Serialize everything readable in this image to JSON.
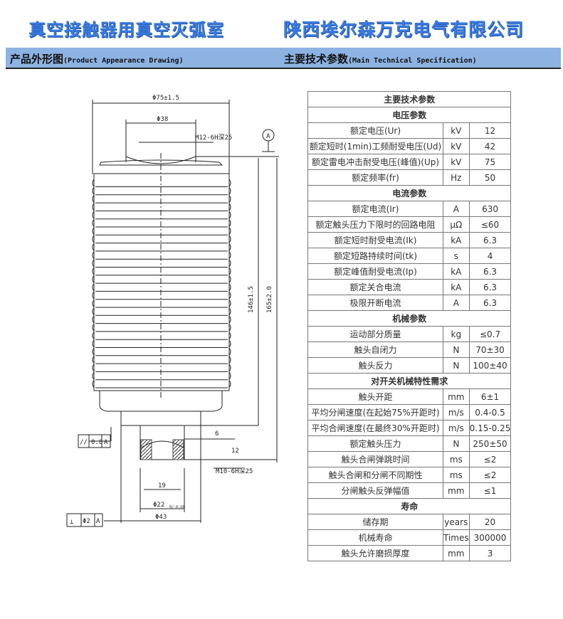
{
  "header": {
    "title": "真空接触器用真空灭弧室",
    "company": "陕西埃尔森万克电气有限公司"
  },
  "band": {
    "left_title": "产品外形图",
    "left_sub": "(Product Appearance Drawing)",
    "right_title": "主要技术参数",
    "right_sub": "(Main Technical Specification)"
  },
  "drawing": {
    "d_outer": "Φ75±1.5",
    "d_top": "Φ38",
    "thread_top": "M12-6H深25",
    "datum": "A",
    "h1": "146±1.5",
    "h2": "165±2.0",
    "parallel_tol": "0.8",
    "parallel_ref": "A",
    "dim6": "6",
    "dim12": "12",
    "thread_bottom": "M10-6H深25",
    "dim19": "19",
    "d22": "Φ22",
    "d22_tol": "0/-0.10",
    "d43": "Φ43",
    "perp_tol": "Φ2",
    "perp_ref": "A"
  },
  "spec": {
    "title": "主要技术参数",
    "rows": [
      {
        "h": "电压参数"
      },
      {
        "n": "额定电压(Ur)",
        "u": "kV",
        "v": "12"
      },
      {
        "n": "额定短时(1min)工频耐受电压(Ud)",
        "u": "kV",
        "v": "42"
      },
      {
        "n": "额定雷电冲击耐受电压(峰值)(Up)",
        "u": "kV",
        "v": "75"
      },
      {
        "n": "额定频率(fr)",
        "u": "Hz",
        "v": "50"
      },
      {
        "h": "电流参数"
      },
      {
        "n": "额定电流(Ir)",
        "u": "A",
        "v": "630"
      },
      {
        "n": "额定触头压力下限时的回路电阻",
        "u": "μΩ",
        "v": "≤60"
      },
      {
        "n": "额定短时耐受电流(Ik)",
        "u": "kA",
        "v": "6.3"
      },
      {
        "n": "额定短路持续时间(tk)",
        "u": "s",
        "v": "4"
      },
      {
        "n": "额定峰值耐受电流(Ip)",
        "u": "kA",
        "v": "6.3"
      },
      {
        "n": "额定关合电流",
        "u": "kA",
        "v": "6.3"
      },
      {
        "n": "极限开断电流",
        "u": "A",
        "v": "6.3"
      },
      {
        "h": "机械参数"
      },
      {
        "n": "运动部分质量",
        "u": "kg",
        "v": "≤0.7"
      },
      {
        "n": "触头自闭力",
        "u": "N",
        "v": "70±30"
      },
      {
        "n": "触头反力",
        "u": "N",
        "v": "100±40"
      },
      {
        "h": "对开关机械特性需求"
      },
      {
        "n": "触头开距",
        "u": "mm",
        "v": "6±1"
      },
      {
        "n": "平均分闸速度(在起始75%开距时)",
        "u": "m/s",
        "v": "0.4-0.5"
      },
      {
        "n": "平均合闸速度(在最终30%开距时)",
        "u": "m/s",
        "v": "0.15-0.25"
      },
      {
        "n": "额定触头压力",
        "u": "N",
        "v": "250±50"
      },
      {
        "n": "触头合闸弹跳时间",
        "u": "ms",
        "v": "≤2"
      },
      {
        "n": "触头合闸和分闸不同期性",
        "u": "ms",
        "v": "≤2"
      },
      {
        "n": "分闸触头反弹幅值",
        "u": "mm",
        "v": "≤1"
      },
      {
        "h": "寿命"
      },
      {
        "n": "储存期",
        "u": "years",
        "v": "20"
      },
      {
        "n": "机械寿命",
        "u": "Times",
        "v": "300000"
      },
      {
        "n": "触头允许磨损厚度",
        "u": "mm",
        "v": "3"
      }
    ]
  }
}
